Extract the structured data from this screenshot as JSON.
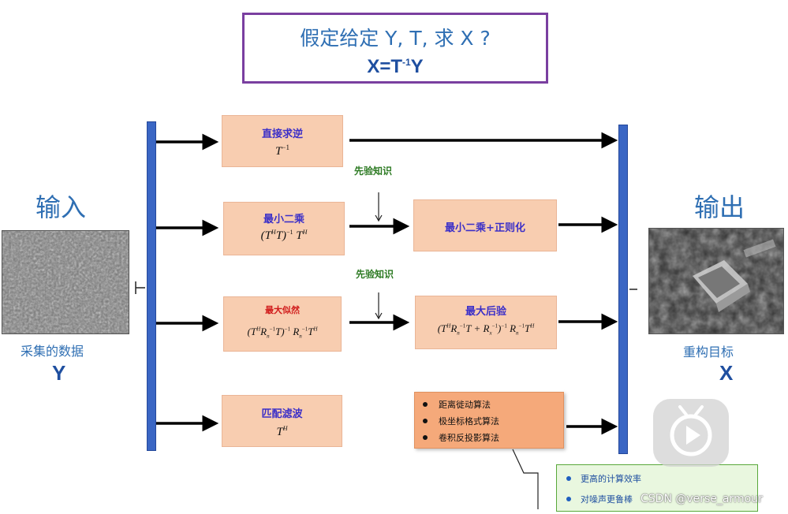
{
  "title": {
    "question": "假定给定 Y, T,  求 X ?",
    "equation_prefix": "X=T",
    "equation_sup": "-1",
    "equation_suffix": "Y"
  },
  "input": {
    "heading": "输入",
    "caption": "采集的数据",
    "letter": "Y"
  },
  "output": {
    "heading": "输出",
    "caption": "重构目标",
    "letter": "X"
  },
  "methods": {
    "direct_inverse": {
      "title": "直接求逆",
      "formula": "T"
    },
    "least_squares": {
      "title": "最小二乘"
    },
    "ls_regularized": {
      "title": "最小二乘+正则化"
    },
    "max_likelihood": {
      "title": "最大似然"
    },
    "max_posterior": {
      "title": "最大后验"
    },
    "matched_filter": {
      "title": "匹配滤波"
    }
  },
  "prior_knowledge": [
    "先验知识",
    "先验知识"
  ],
  "algorithms": [
    "距离徙动算法",
    "极坐标格式算法",
    "卷积反投影算法"
  ],
  "notes": [
    "更高的计算效率",
    "对噪声更鲁棒"
  ],
  "watermark": "CSDN @verse_armour",
  "colors": {
    "bus": "#3a66c4",
    "box_fill": "#f8cdb0",
    "list_fill": "#f5a97a",
    "note_fill": "#e9f7df",
    "title_border": "#7a3fa0",
    "heading_blue": "#2f6fb3"
  },
  "icons": [
    "arrow-right-icon",
    "arrow-down-icon",
    "play-icon"
  ]
}
